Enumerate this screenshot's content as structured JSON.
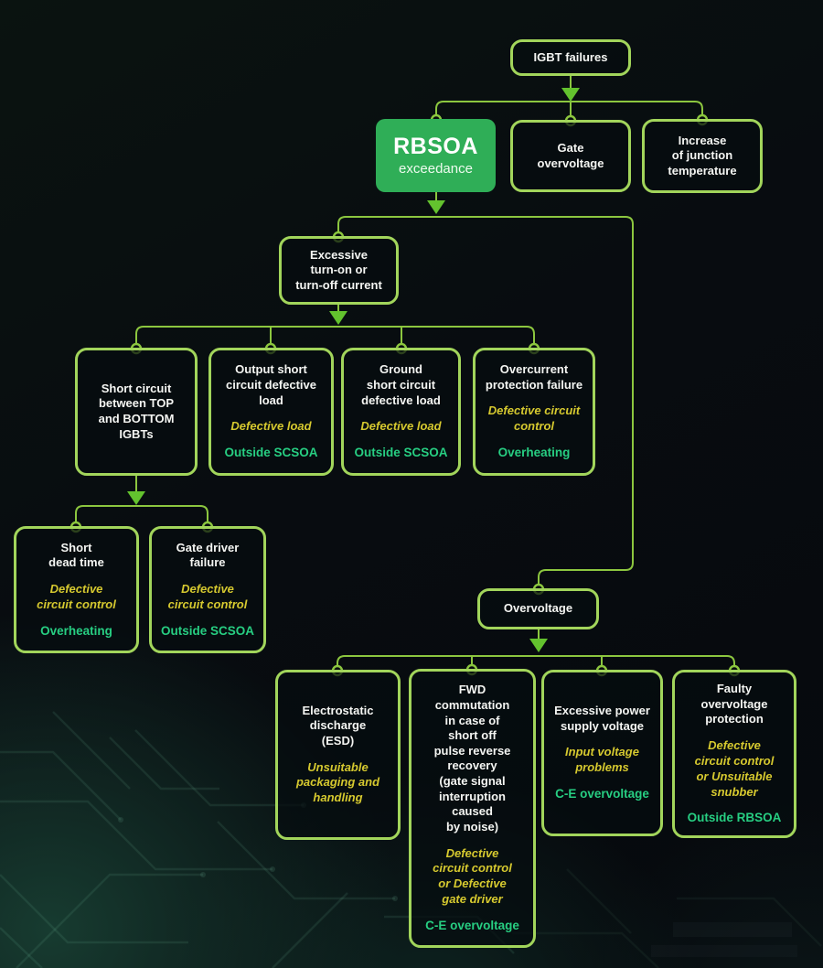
{
  "palette": {
    "border": "#a2d55b",
    "line": "#8cc63f",
    "arrow": "#63c22e",
    "node_fill_green": "#2fae57",
    "text_white": "#f4f5f2",
    "text_yellow": "#d6c92f",
    "text_green": "#27ce82",
    "bg_dark": "#080c10",
    "bg_teal": "#183e32"
  },
  "nodes": {
    "igbt": {
      "title": "IGBT failures"
    },
    "rbsoa": {
      "title": "RBSOA",
      "subtitle": "exceedance"
    },
    "gate_overvoltage": {
      "title": "Gate\novervoltage"
    },
    "junction_temp": {
      "title": "Increase\nof junction\ntemperature"
    },
    "excessive_current": {
      "title": "Excessive\nturn-on or\nturn-off current"
    },
    "short_circuit_top_bottom": {
      "title": "Short circuit\nbetween TOP\nand BOTTOM\nIGBTs"
    },
    "output_short_circuit": {
      "title": "Output short\ncircuit defective\nload",
      "cause": "Defective load",
      "result": "Outside SCSOA"
    },
    "ground_short_circuit": {
      "title": "Ground\nshort circuit\ndefective load",
      "cause": "Defective load",
      "result": "Outside SCSOA"
    },
    "overcurrent_protection": {
      "title": "Overcurrent\nprotection failure",
      "cause": "Defective circuit\ncontrol",
      "result": "Overheating"
    },
    "short_dead_time": {
      "title": "Short\ndead time",
      "cause": "Defective\ncircuit control",
      "result": "Overheating"
    },
    "gate_driver_failure": {
      "title": "Gate driver\nfailure",
      "cause": "Defective\ncircuit control",
      "result": "Outside SCSOA"
    },
    "overvoltage": {
      "title": "Overvoltage"
    },
    "esd": {
      "title": "Electrostatic\ndischarge\n(ESD)",
      "cause": "Unsuitable\npackaging and\nhandling"
    },
    "fwd_commutation": {
      "title": "FWD\ncommutation\nin case of\nshort off\npulse reverse\nrecovery\n(gate signal\ninterruption\ncaused\nby noise)",
      "cause": "Defective\ncircuit control\nor Defective\ngate driver",
      "result": "C-E overvoltage"
    },
    "excessive_supply": {
      "title": "Excessive power\nsupply voltage",
      "cause": "Input voltage\nproblems",
      "result": "C-E overvoltage"
    },
    "faulty_overvoltage": {
      "title": "Faulty\novervoltage\nprotection",
      "cause": "Defective\ncircuit control\nor Unsuitable\nsnubber",
      "result": "Outside RBSOA"
    }
  }
}
